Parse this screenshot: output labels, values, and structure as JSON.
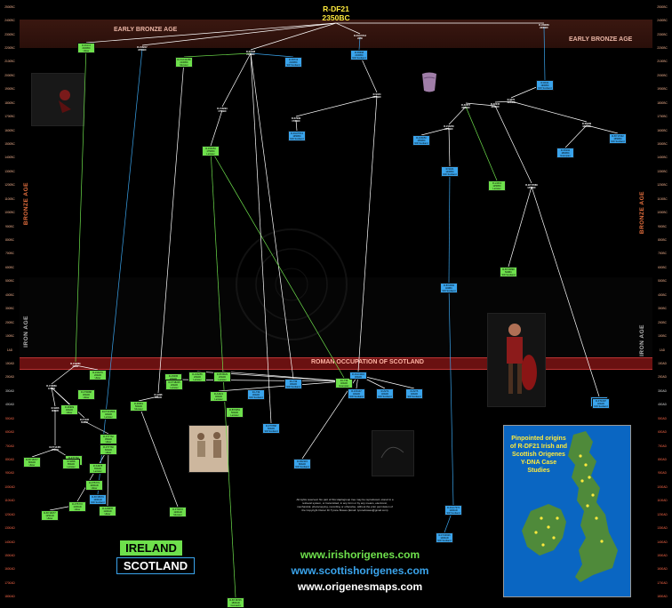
{
  "root": {
    "label": "R-DF21",
    "date": "2350BC"
  },
  "eras": {
    "early_bronze_left": "EARLY BRONZE AGE",
    "early_bronze_right": "EARLY BRONZE AGE",
    "bronze_age": "BRONZE AGE",
    "iron_age": "IRON AGE",
    "roman": "ROMAN OCCUPATION OF SCOTLAND"
  },
  "timescale": [
    "2500BC",
    "2400BC",
    "2300BC",
    "2200BC",
    "2100BC",
    "2000BC",
    "1900BC",
    "1800BC",
    "1700BC",
    "1600BC",
    "1500BC",
    "1400BC",
    "1300BC",
    "1200BC",
    "1100BC",
    "1000BC",
    "900BC",
    "800BC",
    "700BC",
    "600BC",
    "500BC",
    "400BC",
    "300BC",
    "200BC",
    "100BC",
    "1AD",
    "100AD",
    "200AD",
    "300AD",
    "400AD",
    "500AD",
    "600AD",
    "700AD",
    "800AD",
    "900AD",
    "1000AD",
    "1100AD",
    "1200AD",
    "1300AD",
    "1400AD",
    "1500AD",
    "1600AD",
    "1700AD",
    "1800AD"
  ],
  "nodes": [
    {
      "id": "n1",
      "color": "green",
      "lines": [
        "R-FGC4",
        "2200BC",
        "Ulster"
      ]
    },
    {
      "id": "n2",
      "color": "label",
      "lines": [
        "R-Z16247",
        "2250BC"
      ]
    },
    {
      "id": "n3",
      "color": "green",
      "lines": [
        "R-FGC11258",
        "2100BC",
        "Munster"
      ]
    },
    {
      "id": "n4",
      "color": "label",
      "lines": [
        "R-S5488",
        "2100BC"
      ]
    },
    {
      "id": "n5",
      "color": "blue",
      "lines": [
        "R-S5713",
        "2100BC",
        "SW Scotland"
      ]
    },
    {
      "id": "n6",
      "color": "label",
      "lines": [
        "R-FGC5713",
        "2350"
      ]
    },
    {
      "id": "n7",
      "color": "blue",
      "lines": [
        "R-S5668",
        "2100BC",
        "NW Scotland"
      ]
    },
    {
      "id": "n8",
      "color": "label",
      "lines": [
        "R-Z39650",
        "2300BC"
      ]
    },
    {
      "id": "n9",
      "color": "blue",
      "lines": [
        "R-DF21",
        "1900BC",
        "NW Scotland"
      ]
    },
    {
      "id": "n10",
      "color": "label",
      "lines": [
        "R-S424",
        "1800BC"
      ]
    },
    {
      "id": "n11",
      "color": "label",
      "lines": [
        "R-Z16294",
        "1750BC"
      ]
    },
    {
      "id": "n12",
      "color": "label",
      "lines": [
        "R-S7299",
        "1700BC"
      ]
    },
    {
      "id": "n13",
      "color": "blue",
      "lines": [
        "R-FGC5713",
        "1650BC",
        "NW Scotland"
      ]
    },
    {
      "id": "n14",
      "color": "label",
      "lines": [
        "R-Z2257",
        "1850BC"
      ]
    },
    {
      "id": "n15",
      "color": "label",
      "lines": [
        "R-Z2245",
        "1800BC"
      ]
    },
    {
      "id": "n16",
      "color": "label",
      "lines": [
        "R-S971",
        "1900BC"
      ]
    },
    {
      "id": "n17",
      "color": "label",
      "lines": [
        "R-S6189",
        "1800BC"
      ]
    },
    {
      "id": "n18",
      "color": "blue",
      "lines": [
        "R-S5192",
        "1800BC",
        "Grampian"
      ]
    },
    {
      "id": "n19",
      "color": "blue",
      "lines": [
        "R-BY17032",
        "1550BC",
        "NW Scotland"
      ]
    },
    {
      "id": "n20",
      "color": "blue",
      "lines": [
        "R-Z16650",
        "1550BC",
        "NW Scotland"
      ]
    },
    {
      "id": "n21",
      "color": "label",
      "lines": [
        "R-Z16250",
        "1650BC"
      ]
    },
    {
      "id": "n22",
      "color": "green",
      "lines": [
        "R-Z16253",
        "1750BC",
        "Leinster"
      ]
    },
    {
      "id": "n23",
      "color": "blue",
      "lines": [
        "R-S421",
        "1400BC",
        "NW Scotland"
      ]
    },
    {
      "id": "n24",
      "color": "green",
      "lines": [
        "R-L1013",
        "1250BC",
        "Leinster"
      ]
    },
    {
      "id": "n25",
      "color": "label",
      "lines": [
        "R-BY15580",
        "1350BC"
      ]
    },
    {
      "id": "n26",
      "color": "green",
      "lines": [
        "R-BY20898",
        "500BC",
        "SW Scotland"
      ]
    },
    {
      "id": "n27",
      "color": "blue",
      "lines": [
        "R-BY2084",
        "400BC",
        "SW Scotland"
      ]
    },
    {
      "id": "n28",
      "color": "label",
      "lines": [
        "R-Z16281",
        "50AD"
      ]
    },
    {
      "id": "n29",
      "color": "label",
      "lines": [
        "R-Z16860",
        "100AD"
      ]
    },
    {
      "id": "n30",
      "color": "green",
      "lines": [
        "R-Z16279",
        "200AD",
        "Ulster"
      ]
    },
    {
      "id": "n31",
      "color": "green",
      "lines": [
        "R-FT9688",
        "300AD",
        "Ulster"
      ]
    },
    {
      "id": "n32",
      "color": "green",
      "lines": [
        "R-FT219556",
        "400AD",
        "Leinster"
      ]
    },
    {
      "id": "n33",
      "color": "green",
      "lines": [
        "R-A5095",
        "200AD",
        "Munster"
      ]
    },
    {
      "id": "n34",
      "color": "green",
      "lines": [
        "R-FT18225",
        "200AD",
        "Leinster"
      ]
    },
    {
      "id": "n35",
      "color": "green",
      "lines": [
        "R-Z16255",
        "200AD",
        "Leinster"
      ]
    },
    {
      "id": "n36",
      "color": "green",
      "lines": [
        "R-BY8029",
        "200AD",
        "Leinster"
      ]
    },
    {
      "id": "n37",
      "color": "green",
      "lines": [
        "R-A4321",
        "400AD",
        "Leinster"
      ]
    },
    {
      "id": "n38",
      "color": "green",
      "lines": [
        "R-BY6351",
        "500AD",
        "Leinster"
      ]
    },
    {
      "id": "n39",
      "color": "blue",
      "lines": [
        "R-L739",
        "300AD",
        "NW Scotland"
      ]
    },
    {
      "id": "n40",
      "color": "blue",
      "lines": [
        "R-L739",
        "300AD",
        "NW Scotland"
      ]
    },
    {
      "id": "n41",
      "color": "green",
      "lines": [
        "R-L739",
        "400AD",
        "Grampian"
      ]
    },
    {
      "id": "n42",
      "color": "blue",
      "lines": [
        "R-FGC4216",
        "300AD"
      ]
    },
    {
      "id": "n43",
      "color": "blue",
      "lines": [
        "R-Z16147",
        "400AD",
        "NW Scotland"
      ]
    },
    {
      "id": "n44",
      "color": "blue",
      "lines": [
        "R-Z274",
        "400AD",
        "NW Scotland"
      ]
    },
    {
      "id": "n45",
      "color": "blue",
      "lines": [
        "R-Z275",
        "400AD",
        "SW Scotland"
      ]
    },
    {
      "id": "n46",
      "color": "blue",
      "lines": [
        "R-FGC1907",
        "400AD",
        "NW Scotland"
      ]
    },
    {
      "id": "n47",
      "color": "label",
      "lines": [
        "R-A998",
        "400AD"
      ]
    },
    {
      "id": "n48",
      "color": "green",
      "lines": [
        "R-Z6581",
        "500AD",
        "Munster"
      ]
    },
    {
      "id": "n49",
      "color": "label",
      "lines": [
        "R-S906",
        "300AD"
      ]
    },
    {
      "id": "n50",
      "color": "green",
      "lines": [
        "R-Z6909",
        "400AD",
        "Ulster"
      ]
    },
    {
      "id": "n51",
      "color": "label",
      "lines": [
        "R-FT195",
        "550AD"
      ]
    },
    {
      "id": "n52",
      "color": "green",
      "lines": [
        "R-FT7762",
        "350AD",
        "Ulster"
      ]
    },
    {
      "id": "n53",
      "color": "green",
      "lines": [
        "R-FT7760",
        "600AD",
        "Ulster"
      ]
    },
    {
      "id": "n54",
      "color": "green",
      "lines": [
        "R-FT7762",
        "600AD",
        "Ulster"
      ]
    },
    {
      "id": "n55",
      "color": "green",
      "lines": [
        "R-S4978",
        "650AD",
        "Leinster"
      ]
    },
    {
      "id": "n56",
      "color": "blue",
      "lines": [
        "R-FT7868",
        "600AD",
        "SW Scotland"
      ]
    },
    {
      "id": "n57",
      "color": "label",
      "lines": [
        "R-FT14451",
        "700AD"
      ]
    },
    {
      "id": "n58",
      "color": "green",
      "lines": [
        "R-BY16077",
        "800AD",
        "Ulster"
      ]
    },
    {
      "id": "n59",
      "color": "green",
      "lines": [
        "R-S958",
        "850AD",
        "Leinster"
      ]
    },
    {
      "id": "n60",
      "color": "green",
      "lines": [
        "R-FT5773",
        "1000AD",
        "Ulster"
      ]
    },
    {
      "id": "n61",
      "color": "green",
      "lines": [
        "R-FT5772",
        "1100AD",
        "Ulster"
      ]
    },
    {
      "id": "n62",
      "color": "green",
      "lines": [
        "R-A16878",
        "1100AD",
        "Ulster"
      ]
    },
    {
      "id": "n63",
      "color": "green",
      "lines": [
        "R-BY16077",
        "1250AD",
        "Ulster"
      ]
    },
    {
      "id": "n64",
      "color": "blue",
      "lines": [
        "R-BY28579",
        "1000AD",
        "NW Scotland"
      ]
    },
    {
      "id": "n65",
      "color": "blue",
      "lines": [
        "R-DF2115",
        "800AD",
        "NW Scotland"
      ]
    },
    {
      "id": "n66",
      "color": "green",
      "lines": [
        "R-FT9672",
        "1200AD",
        "Munster"
      ]
    },
    {
      "id": "n67",
      "color": "label",
      "lines": [
        "R-BY2075",
        "1200AD"
      ]
    },
    {
      "id": "n68",
      "color": "blue",
      "lines": [
        "R-FGC7374",
        "1200AD",
        "SW Scotland"
      ]
    },
    {
      "id": "n69",
      "color": "blue",
      "lines": [
        "R-FT20636",
        "1400AD",
        "NW Scotland"
      ]
    },
    {
      "id": "n70",
      "color": "blue",
      "lines": [
        "R-FT1697",
        "400AD",
        "NW Scotland"
      ]
    },
    {
      "id": "n71",
      "color": "green",
      "lines": [
        "R-BY18705",
        "1800AD",
        "Connacht"
      ]
    }
  ],
  "legend": {
    "ireland": "IRELAND",
    "scotland": "SCOTLAND"
  },
  "websites": [
    "www.irishorigenes.com",
    "www.scottishorigenes.com",
    "www.origenesmaps.com"
  ],
  "websites_colors": [
    "#6ee04c",
    "#3aa4ec",
    "#ffffff"
  ],
  "copyright": "All rights reserved. No part of this Haplogroup tree may be reproduced, stored in a retrieval system, or transmitted, in any form or by any means, electronic, mechanical, photocopying, recording or otherwise, without the prior permission of the Copyright Owner Dr Tyrone Bowes (Email: tyronebowes@gmail.com)",
  "map_title": "Pinpointed origins of R-DF21 Irish and Scottish Origenes Y-DNA Case Studies",
  "colors": {
    "ireland": "#6ee04c",
    "scotland": "#3aa4ec",
    "root": "#ffea3d",
    "lines_green": "#6ee04c",
    "lines_blue": "#3aa4ec",
    "lines_white": "#ffffff"
  }
}
